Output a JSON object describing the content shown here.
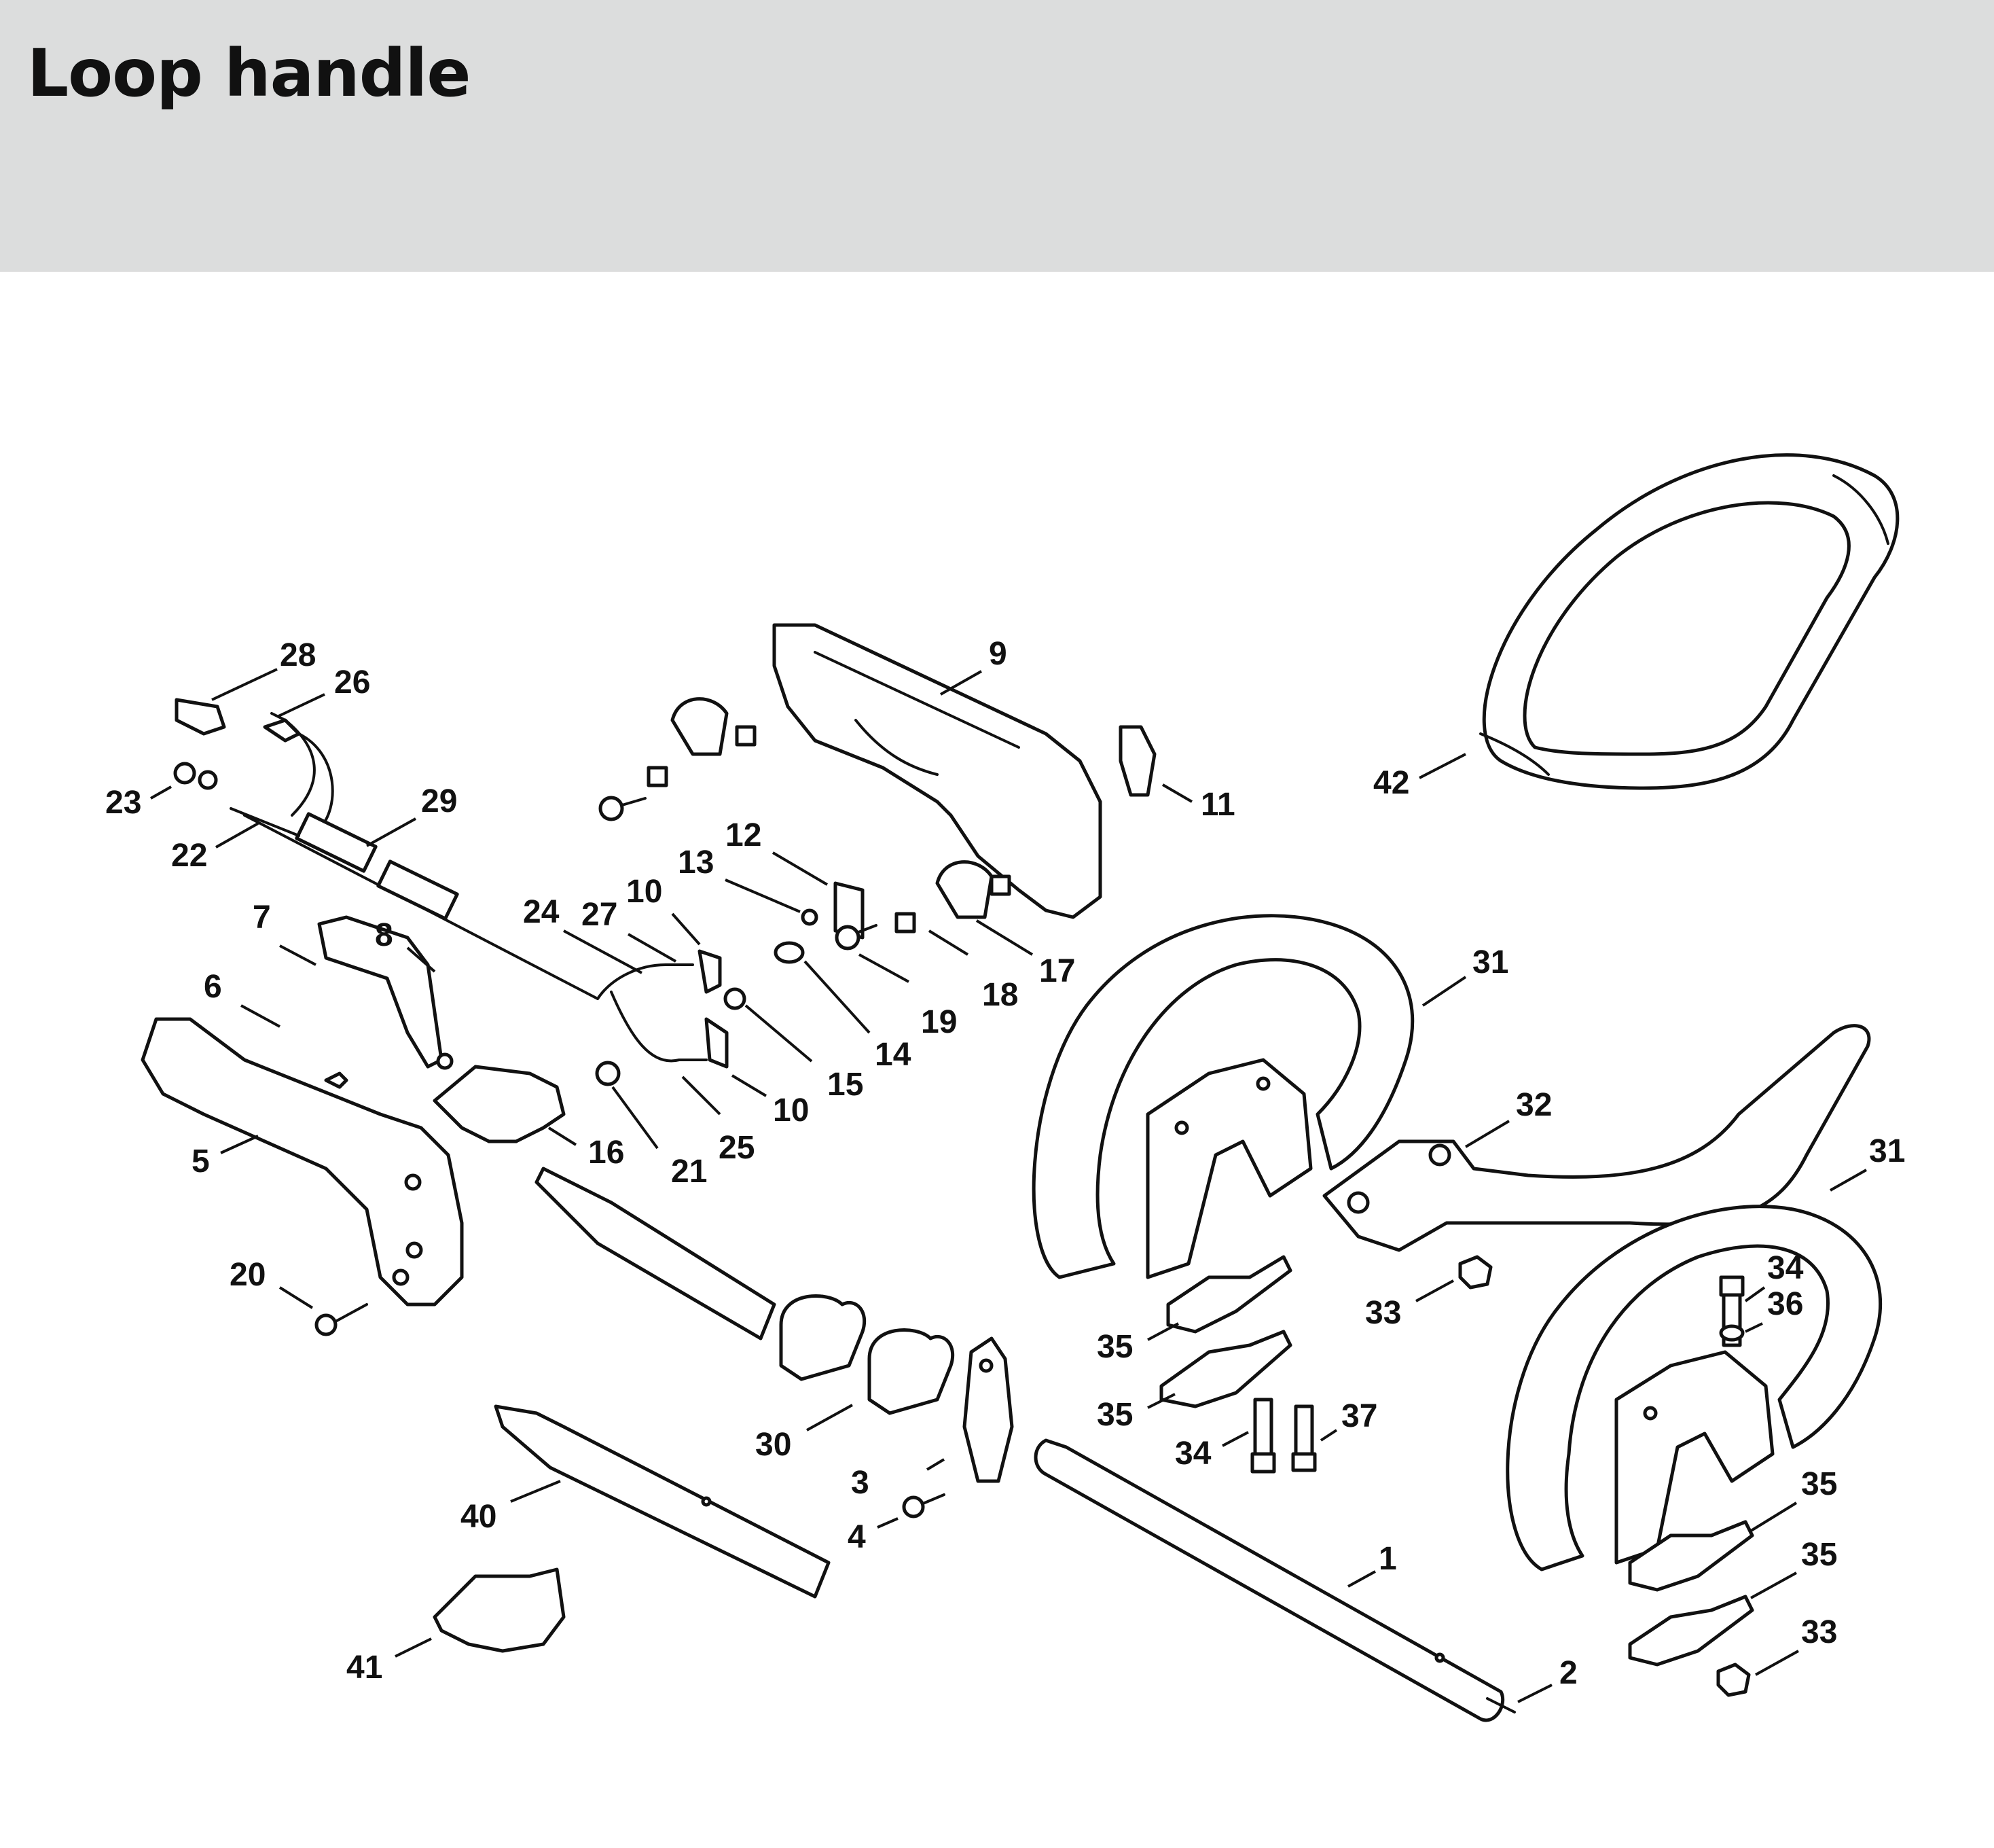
{
  "page": {
    "title": "Loop handle"
  },
  "callouts": [
    "1",
    "2",
    "3",
    "4",
    "5",
    "6",
    "7",
    "8",
    "9",
    "10",
    "10",
    "11",
    "12",
    "13",
    "14",
    "15",
    "16",
    "17",
    "18",
    "19",
    "20",
    "21",
    "22",
    "23",
    "24",
    "25",
    "26",
    "27",
    "28",
    "29",
    "30",
    "31",
    "31",
    "32",
    "33",
    "33",
    "34",
    "34",
    "35",
    "35",
    "35",
    "35",
    "36",
    "37",
    "40",
    "41",
    "42"
  ]
}
